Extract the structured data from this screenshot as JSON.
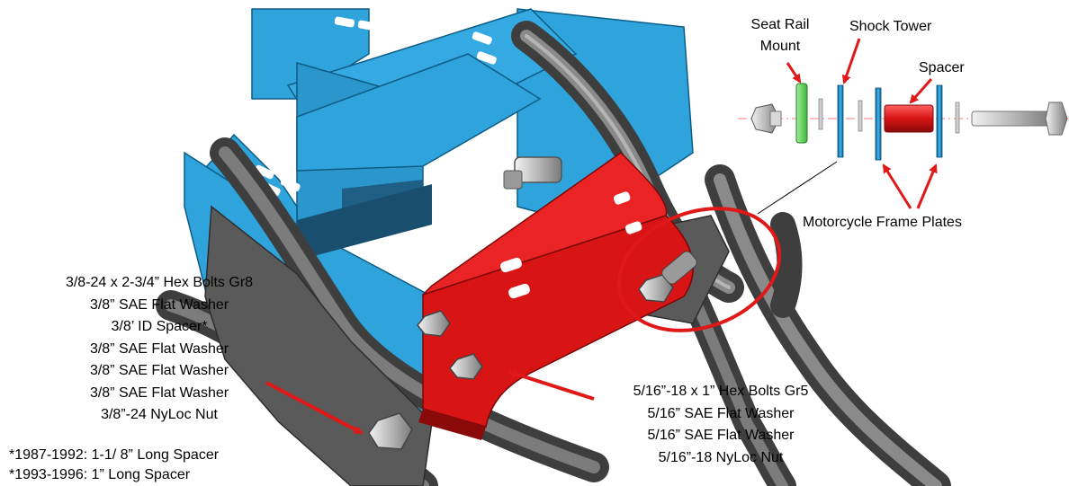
{
  "colors": {
    "mount_blue": "#2fa3dc",
    "bracket_red": "#e01818",
    "frame_grey": "#6a6a6a",
    "washer_green": "#6fd36a",
    "arrow_red": "#e01818"
  },
  "left_hardware_list": [
    "3/8-24 x 2-3/4” Hex Bolts Gr8",
    "3/8” SAE Flat Washer",
    "3/8’ ID Spacer*",
    "3/8” SAE Flat Washer",
    "3/8” SAE Flat Washer",
    "3/8” SAE Flat Washer",
    "3/8”-24 NyLoc Nut"
  ],
  "spacer_notes": [
    "*1987-1992: 1-1/ 8” Long Spacer",
    "*1993-1996: 1” Long Spacer"
  ],
  "bracket_hardware_list": [
    "5/16”-18 x 1” Hex Bolts Gr5",
    "5/16” SAE Flat Washer",
    "5/16” SAE Flat Washer",
    "5/16”-18 NyLoc Nut"
  ],
  "exploded_view": {
    "seat_rail_mount": [
      "Seat Rail",
      "Mount"
    ],
    "shock_tower": "Shock Tower",
    "spacer": "Spacer",
    "frame_plates": "Motorcycle Frame Plates"
  }
}
